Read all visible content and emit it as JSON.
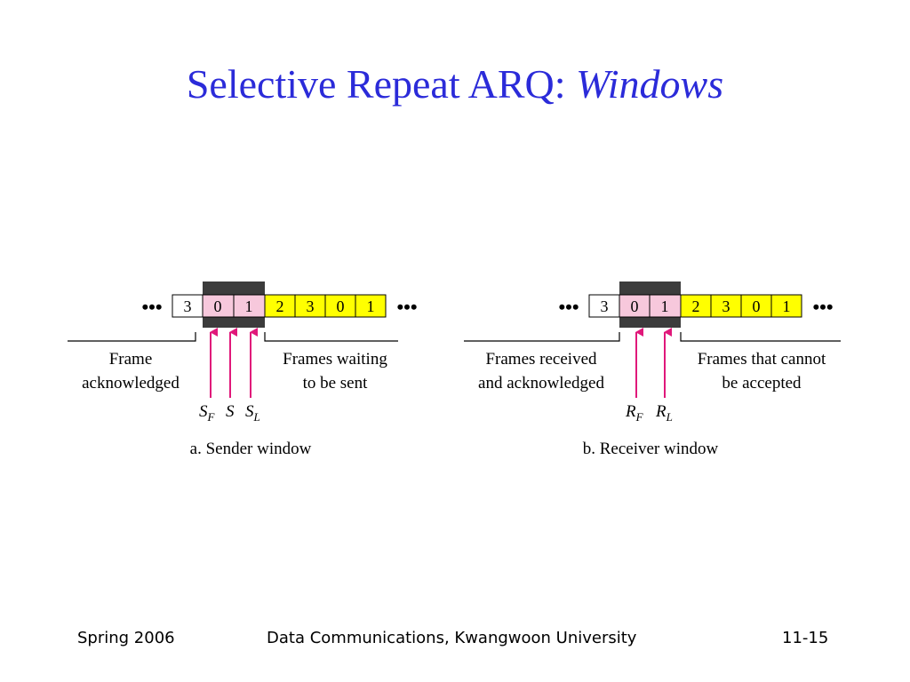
{
  "slide": {
    "title_main": "Selective Repeat ARQ: ",
    "title_emph": "Windows"
  },
  "colors": {
    "title": "#2b2bd9",
    "window_bg": "#3c3c3c",
    "in_window": "#f7c8dc",
    "waiting": "#ffff00",
    "plain": "#ffffff",
    "arrow": "#e0187a"
  },
  "sender": {
    "caption": "a. Sender window",
    "cells": [
      {
        "label": "3",
        "state": "plain"
      },
      {
        "label": "0",
        "state": "in_window"
      },
      {
        "label": "1",
        "state": "in_window"
      },
      {
        "label": "2",
        "state": "waiting"
      },
      {
        "label": "3",
        "state": "waiting"
      },
      {
        "label": "0",
        "state": "waiting"
      },
      {
        "label": "1",
        "state": "waiting"
      }
    ],
    "left_label": [
      "Frame",
      "acknowledged"
    ],
    "right_label": [
      "Frames waiting",
      "to be sent"
    ],
    "pointers": [
      {
        "name": "S",
        "sub": "F"
      },
      {
        "name": "S",
        "sub": ""
      },
      {
        "name": "S",
        "sub": "L"
      }
    ]
  },
  "receiver": {
    "caption": "b. Receiver window",
    "cells": [
      {
        "label": "3",
        "state": "plain"
      },
      {
        "label": "0",
        "state": "in_window"
      },
      {
        "label": "1",
        "state": "in_window"
      },
      {
        "label": "2",
        "state": "waiting"
      },
      {
        "label": "3",
        "state": "waiting"
      },
      {
        "label": "0",
        "state": "waiting"
      },
      {
        "label": "1",
        "state": "waiting"
      }
    ],
    "left_label": [
      "Frames received",
      "and acknowledged"
    ],
    "right_label": [
      "Frames that cannot",
      "be accepted"
    ],
    "pointers": [
      {
        "name": "R",
        "sub": "F"
      },
      {
        "name": "R",
        "sub": "L"
      }
    ]
  },
  "ellipsis": "•••",
  "footer": {
    "left": "Spring 2006",
    "center": "Data Communications, Kwangwoon University",
    "right": "11-15"
  }
}
